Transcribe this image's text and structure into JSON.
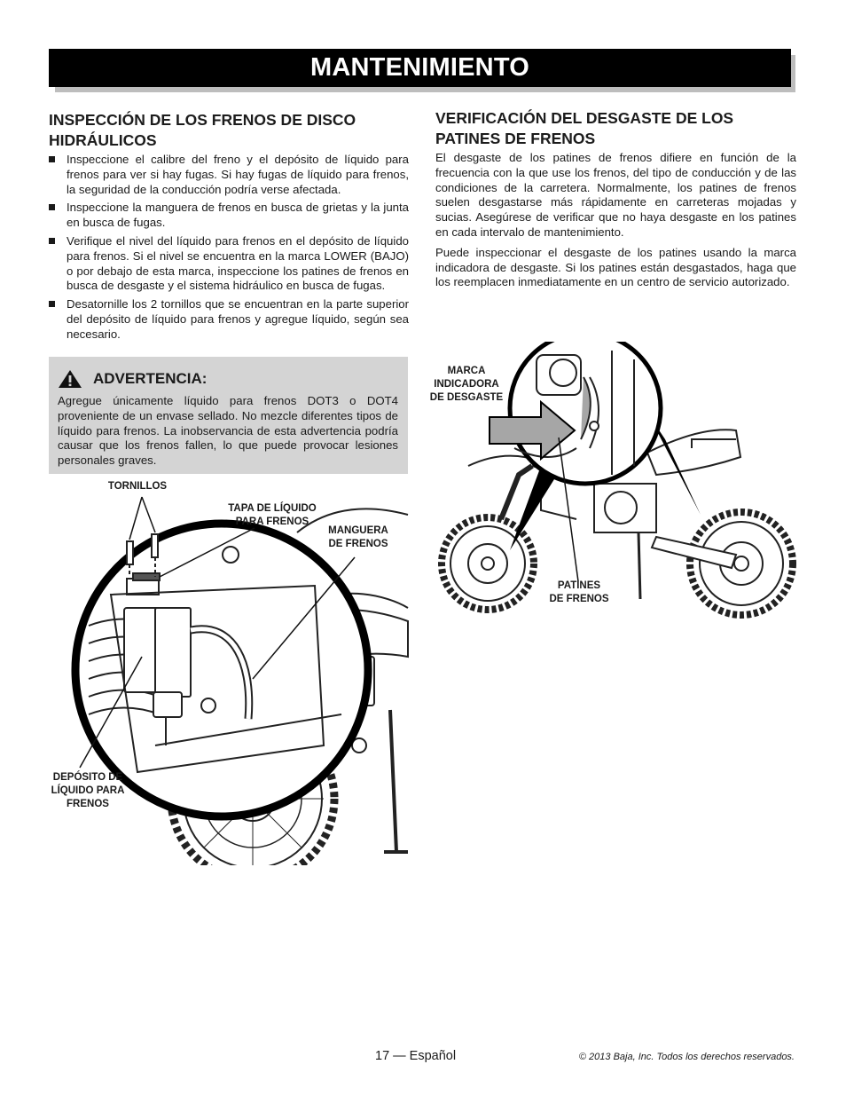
{
  "page": {
    "title": "MANTENIMIENTO",
    "footer_page": "17 — Español",
    "footer_copyright": "© 2013 Baja, Inc. Todos los derechos reservados."
  },
  "left_section": {
    "heading_line1": "INSPECCIÓN DE LOS FRENOS DE DISCO",
    "heading_line2": "HIDRÁULICOS",
    "bullets": [
      "Inspeccione el calibre del freno y el depósito de líquido para frenos para ver si hay fugas. Si hay fugas de líquido para frenos, la seguridad de la conducción podría verse afectada.",
      "Inspeccione la manguera de frenos en busca de grietas y la junta en busca de fugas.",
      "Verifique el nivel del líquido para frenos en el depósito de líquido para frenos. Si el nivel se encuentra en la marca LOWER (BAJO) o por debajo de esta marca, inspeccione los patines de frenos en busca de desgaste y el sistema hidráulico en busca de fugas.",
      "Desatornille los 2 tornillos que se encuentran en la parte superior del depósito de líquido para frenos y agregue líquido, según sea necesario."
    ]
  },
  "warning": {
    "title": "ADVERTENCIA:",
    "text": "Agregue únicamente líquido para frenos DOT3 o DOT4 proveniente de un envase sellado. No mezcle diferentes tipos de líquido para frenos. La inobservancia de esta advertencia podría causar que los frenos fallen, lo que puede provocar lesiones personales graves."
  },
  "right_section": {
    "heading_line1": "VERIFICACIÓN DEL DESGASTE DE LOS",
    "heading_line2": "PATINES DE FRENOS",
    "paragraphs": [
      "El desgaste de los patines de frenos difiere en función de la frecuencia con la que use los frenos, del tipo de conducción y de las condiciones de la carretera. Normalmente, los patines de frenos suelen desgastarse más rápidamente en carreteras mojadas y sucias. Asegúrese de verificar que no haya desgaste en los patines en cada intervalo de mantenimiento.",
      "Puede inspeccionar el desgaste de los patines usando la marca indicadora de desgaste. Si los patines están desgastados, haga que los reemplacen inmediatamente en un centro de servicio autorizado."
    ]
  },
  "figure_left": {
    "label_screws": "TORNILLOS",
    "label_cap_1": "TAPA DE LÍQUIDO",
    "label_cap_2": "PARA FRENOS",
    "label_hose_1": "MANGUERA",
    "label_hose_2": "DE FRENOS",
    "label_reservoir_1": "DEPÓSITO DE",
    "label_reservoir_2": "LÍQUIDO PARA",
    "label_reservoir_3": "FRENOS"
  },
  "figure_right": {
    "label_mark_1": "MARCA",
    "label_mark_2": "INDICADORA",
    "label_mark_3": "DE DESGASTE",
    "label_pads_1": "PATINES",
    "label_pads_2": "DE FRENOS"
  },
  "colors": {
    "banner": "#000000",
    "warning_bg": "#d4d4d4",
    "figure_gray": "#a6a6a6"
  },
  "icons": {
    "warning": "warning-triangle-icon"
  }
}
